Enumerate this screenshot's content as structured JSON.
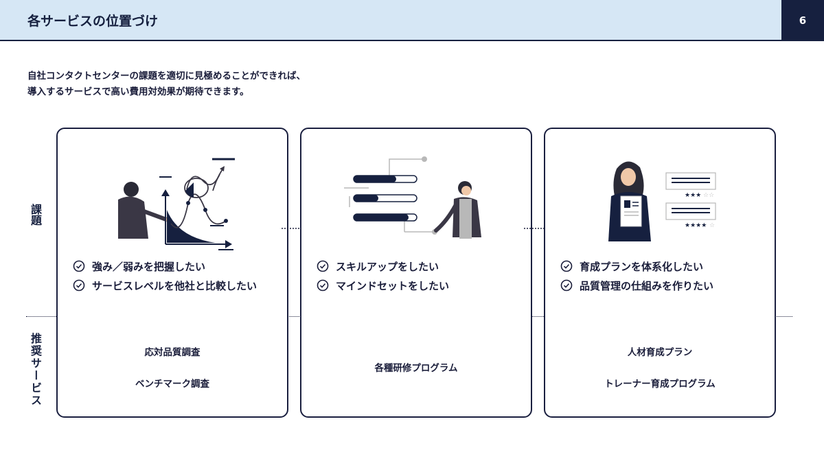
{
  "header": {
    "title": "各サービスの位置づけ",
    "page_number": "6"
  },
  "intro": {
    "line1": "自社コンタクトセンターの課題を適切に見極めることができれば、",
    "line2": "導入するサービスで高い費用対効果が期待できます。"
  },
  "side_labels": {
    "issues": "課題",
    "recommended": "推奨サービス"
  },
  "cards": [
    {
      "illustration_icon": "presenter-chart-illustration",
      "issues": [
        "強み／弱みを把握したい",
        "サービスレベルを他社と比較したい"
      ],
      "services": [
        "応対品質調査",
        "ベンチマーク調査"
      ]
    },
    {
      "illustration_icon": "progress-bars-person-illustration",
      "issues": [
        "スキルアップをしたい",
        "マインドセットをしたい"
      ],
      "services": [
        "各種研修プログラム"
      ]
    },
    {
      "illustration_icon": "woman-reviews-illustration",
      "issues": [
        "育成プランを体系化したい",
        "品質管理の仕組みを作りたい"
      ],
      "services": [
        "人材育成プラン",
        "トレーナー育成プログラム"
      ]
    }
  ],
  "colors": {
    "navy": "#16203f",
    "header_bg": "#d6e7f5",
    "gray": "#b8b8b8"
  }
}
